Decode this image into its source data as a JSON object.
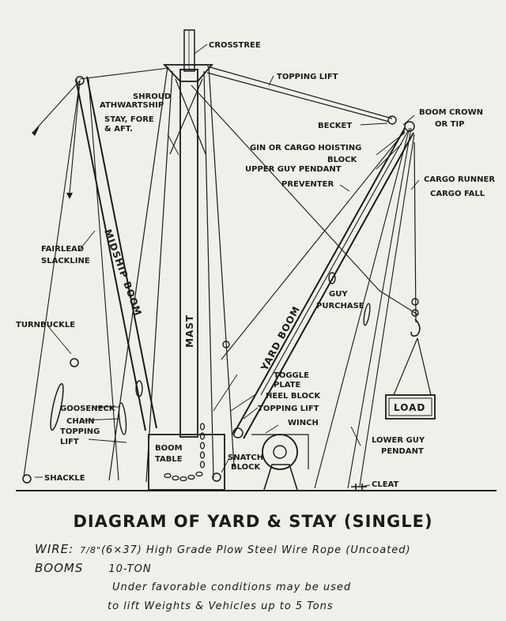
{
  "labels": {
    "crosstree": "CROSSTREE",
    "topping_lift_top": "TOPPING LIFT",
    "shroud_athwartship_1": "SHROUD",
    "shroud_athwartship_2": "ATHWARTSHIP",
    "stay_fore_aft_1": "STAY, FORE",
    "stay_fore_aft_2": "& AFT.",
    "becket": "BECKET",
    "boom_crown_1": "BOOM CROWN",
    "boom_crown_2": "OR TIP",
    "gin_block_1": "GIN OR CARGO HOISTING",
    "gin_block_2": "BLOCK",
    "upper_guy_pendant": "UPPER GUY PENDANT",
    "preventer": "PREVENTER",
    "cargo_runner": "CARGO RUNNER",
    "cargo_fall": "CARGO FALL",
    "fairlead_1": "FAIRLEAD",
    "fairlead_2": "SLACKLINE",
    "midship_boom": "MIDSHIP BOOM",
    "mast": "MAST",
    "yard_boom": "YARD BOOM",
    "guy_purchase_1": "GUY",
    "guy_purchase_2": "PURCHASE",
    "turnbuckle": "TURNBUCKLE",
    "toggle_plate_1": "TOGGLE",
    "toggle_plate_2": "PLATE",
    "heel_block": "HEEL BLOCK",
    "topping_lift_low": "TOPPING LIFT",
    "gooseneck": "GOOSENECK",
    "chain": "CHAIN",
    "topping_lift_left_1": "TOPPING",
    "topping_lift_left_2": "LIFT",
    "boom_table_1": "BOOM",
    "boom_table_2": "TABLE",
    "winch": "WINCH",
    "snatch_block_1": "SNATCH",
    "snatch_block_2": "BLOCK",
    "load": "LOAD",
    "lower_guy_pendant_1": "LOWER GUY",
    "lower_guy_pendant_2": "PENDANT",
    "shackle": "SHACKLE",
    "cleat": "CLEAT"
  },
  "caption": {
    "title": "DIAGRAM OF YARD & STAY (SINGLE)",
    "wire_key": "WIRE:",
    "wire_fraction": "7/8\"",
    "wire_text": "(6×37)  High Grade Plow Steel Wire Rope (Uncoated)",
    "booms_key": "BOOMS",
    "booms_text": "10-TON",
    "note_line_1": "Under favorable conditions may be used",
    "note_line_2": "to lift Weights & Vehicles up to 5 Tons"
  }
}
